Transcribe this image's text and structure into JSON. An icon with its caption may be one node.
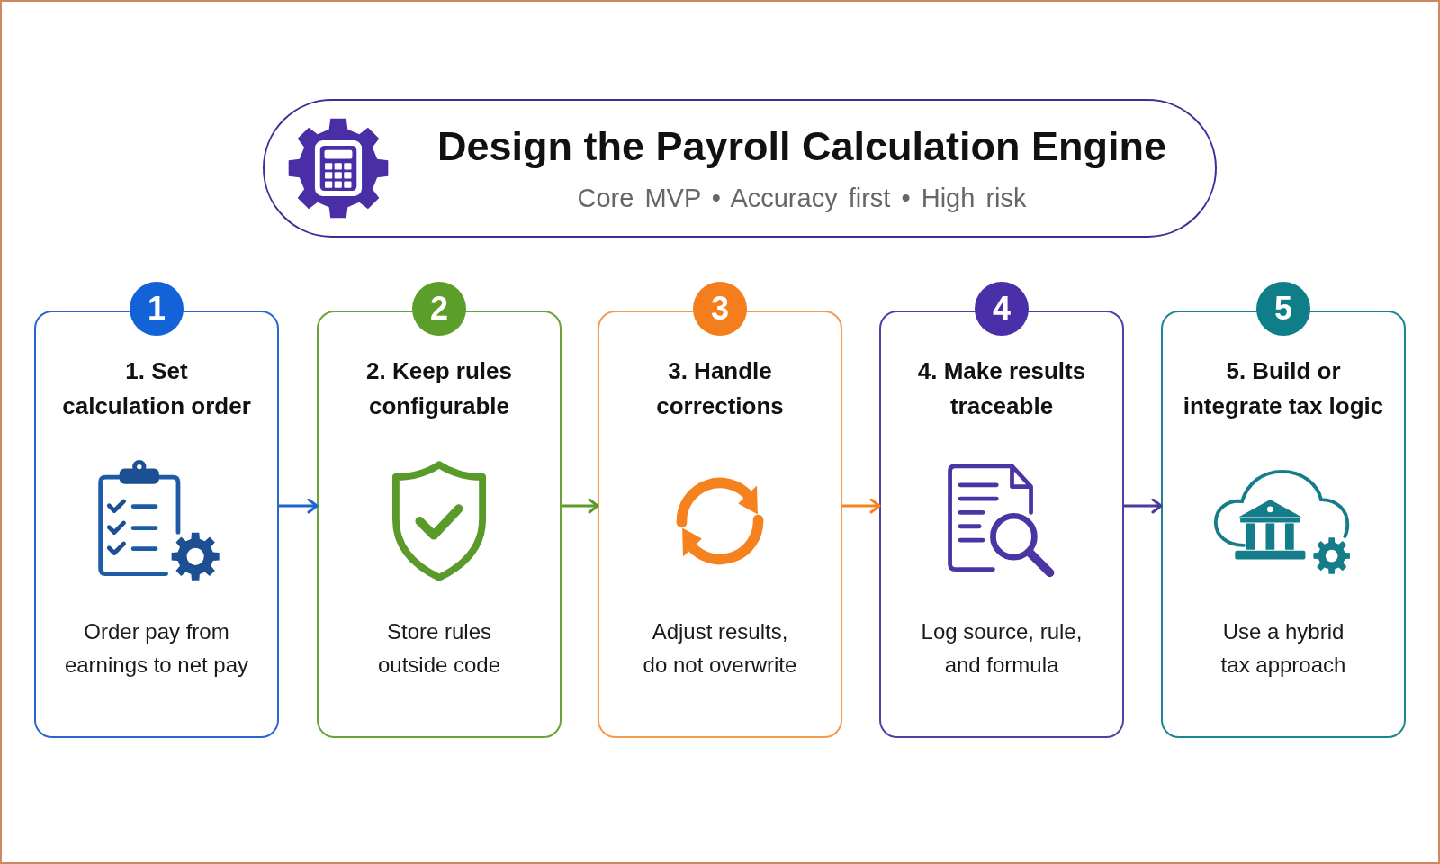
{
  "diagram": {
    "nodes": [
      {
        "text": [
          "Design the Payroll Calculation Engine",
          "Core MVP • Accuracy first • High risk"
        ]
      },
      {
        "text": [
          "1"
        ]
      },
      {
        "text": [
          "1. Set calculation order",
          "Order pay from earnings to net pay"
        ]
      },
      {
        "text": [
          "2"
        ]
      },
      {
        "text": [
          "2. Keep rules configurable",
          "Store rules outside code"
        ]
      },
      {
        "text": [
          "3"
        ]
      },
      {
        "text": [
          "3. Handle corrections",
          "Adjust results, do not overwrite"
        ]
      },
      {
        "text": [
          "4"
        ]
      },
      {
        "text": [
          "4. Make results traceable",
          "Log source, rule, and formula"
        ]
      },
      {
        "text": [
          "5"
        ]
      },
      {
        "text": [
          "5. Build or integrate tax logic",
          "Use a hybrid tax approach"
        ]
      }
    ],
    "edges": [
      {
        "from": 2,
        "to": 4,
        "arrow": "to",
        "color": "#1f62d0"
      },
      {
        "from": 4,
        "to": 6,
        "arrow": "to",
        "color": "#5c9b2c"
      },
      {
        "from": 6,
        "to": 8,
        "arrow": "to",
        "color": "#f5821f"
      },
      {
        "from": 8,
        "to": 10,
        "arrow": "to",
        "color": "#4b3aa0"
      }
    ]
  }
}
